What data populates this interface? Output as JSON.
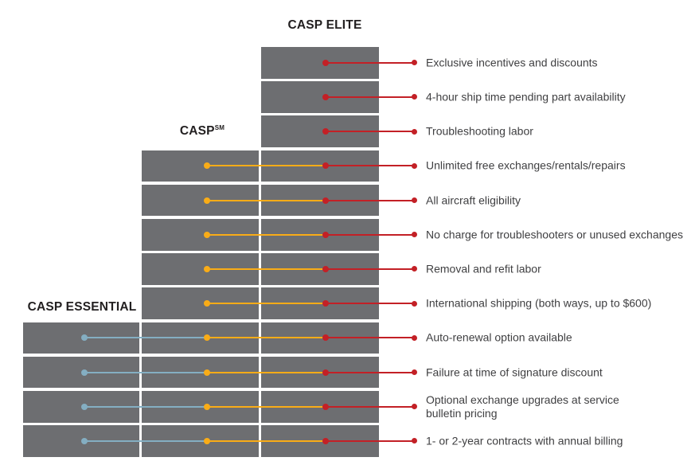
{
  "titles": {
    "elite": "CASP ELITE",
    "casp": "CASP",
    "casp_superscript": "SM",
    "essential": "CASP ESSENTIAL"
  },
  "colors": {
    "bar_gray": "#6d6e71",
    "elite_red": "#c32026",
    "casp_orange": "#f9ac17",
    "essential_blue": "#84aec2",
    "title_text": "#232021",
    "label_text": "#3f3f41"
  },
  "rows": [
    {
      "label": "Exclusive incentives and discounts",
      "tiers": [
        "elite"
      ]
    },
    {
      "label": "4-hour ship time pending part availability",
      "tiers": [
        "elite"
      ]
    },
    {
      "label": "Troubleshooting labor",
      "tiers": [
        "elite"
      ]
    },
    {
      "label": "Unlimited free exchanges/rentals/repairs",
      "tiers": [
        "casp",
        "elite"
      ]
    },
    {
      "label": "All aircraft eligibility",
      "tiers": [
        "casp",
        "elite"
      ]
    },
    {
      "label": "No charge for troubleshooters or unused exchanges",
      "tiers": [
        "casp",
        "elite"
      ]
    },
    {
      "label": "Removal and refit labor",
      "tiers": [
        "casp",
        "elite"
      ]
    },
    {
      "label": "International shipping (both ways, up to $600)",
      "tiers": [
        "casp",
        "elite"
      ]
    },
    {
      "label": "Auto-renewal option available",
      "tiers": [
        "essential",
        "casp",
        "elite"
      ]
    },
    {
      "label": "Failure at time of signature discount",
      "tiers": [
        "essential",
        "casp",
        "elite"
      ]
    },
    {
      "label": "Optional exchange upgrades at service\nbulletin pricing",
      "tiers": [
        "essential",
        "casp",
        "elite"
      ]
    },
    {
      "label": "1- or 2-year contracts with annual billing",
      "tiers": [
        "essential",
        "casp",
        "elite"
      ]
    }
  ]
}
